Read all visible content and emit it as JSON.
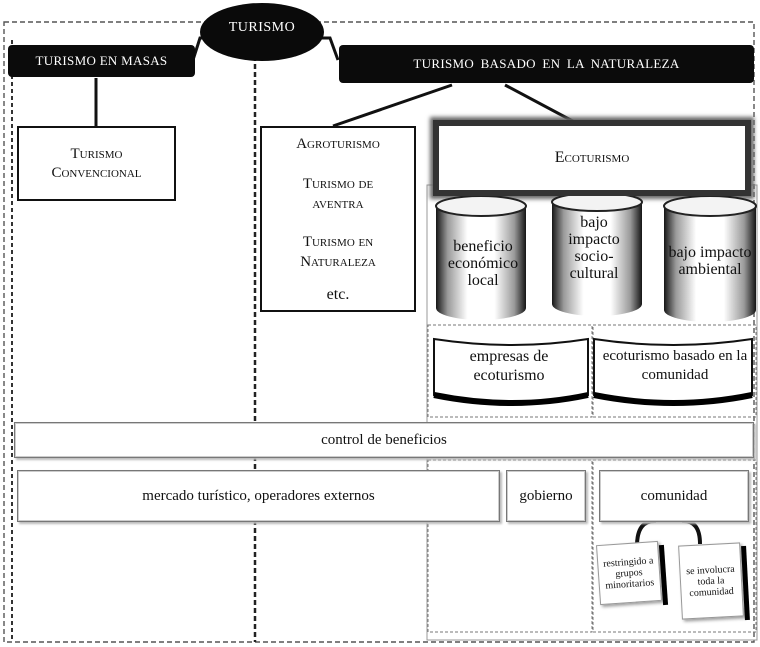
{
  "title": "TURISMO",
  "masas": {
    "label": "TURISMO EN MASAS",
    "convencional": [
      "Turismo",
      "Convencional"
    ]
  },
  "naturaleza": {
    "label": "TURISMO BASADO EN LA NATURALEZA",
    "otros": [
      "Agroturismo",
      "Turismo de aventra",
      "Turismo en Naturaleza",
      "etc."
    ],
    "ecoturismo": "Ecoturismo",
    "pilares": [
      "beneficio económico local",
      "bajo impacto socio-cultural",
      "bajo impacto ambiental"
    ],
    "tipos": [
      "empresas de ecoturismo",
      "ecoturismo basado en la comunidad"
    ]
  },
  "control": "control de beneficios",
  "actores": {
    "mercado": "mercado turístico, operadores externos",
    "gobierno": "gobierno",
    "comunidad": "comunidad"
  },
  "comunidad_tipos": [
    "restringido a grupos minoritarios",
    "se involucra toda la comunidad"
  ]
}
